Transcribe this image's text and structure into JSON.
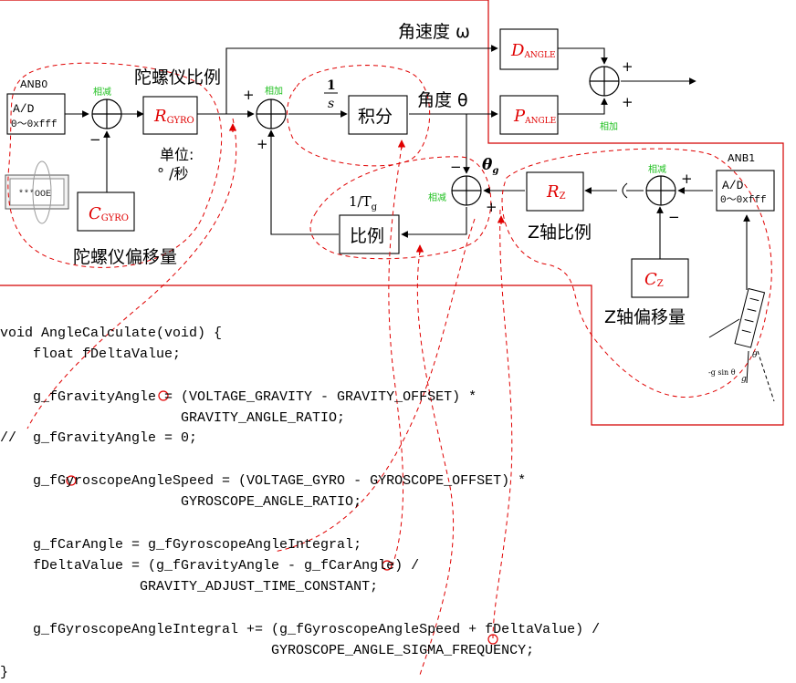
{
  "labels": {
    "angular_velocity": "角速度 ω",
    "gyro_scale": "陀螺仪比例",
    "anb0": "ANB0",
    "anb1": "ANB1",
    "ad": "A/D",
    "ad_range": "0～0xfff",
    "subtract": "相减",
    "add": "相加",
    "plus": "+",
    "minus": "−",
    "r_main": "R",
    "c_main": "C",
    "d_main": "D",
    "p_main": "P",
    "gyro_sub": "GYRO",
    "angle_sub": "ANGLE",
    "z_sub": "Z",
    "unit": "单位:",
    "unit_value": "° /秒",
    "gyro_offset": "陀螺仪偏移量",
    "frac_num": "1",
    "frac_den": "s",
    "integral": "积分",
    "angle": "角度 θ",
    "theta": "θ",
    "g_sub": "g",
    "inv_t": "1/T",
    "ratio": "比例",
    "z_scale": "Z轴比例",
    "z_offset": "Z轴偏移量",
    "g_sin_theta": "-g sin θ",
    "theta_small": "θ",
    "g_small": "g"
  },
  "code": [
    "void AngleCalculate(void) {",
    "    float fDeltaValue;",
    "    g_fGravityAngle = (VOLTAGE_GRAVITY - GRAVITY_OFFSET) *",
    "                      GRAVITY_ANGLE_RATIO;",
    "//  g_fGravityAngle = 0;",
    "    g_fGyroscopeAngleSpeed = (VOLTAGE_GYRO - GYROSCOPE_OFFSET) *",
    "                      GYROSCOPE_ANGLE_RATIO;",
    "    g_fCarAngle = g_fGyroscopeAngleIntegral;",
    "    fDeltaValue = (g_fGravityAngle - g_fCarAngle) /",
    "                 GRAVITY_ADJUST_TIME_CONSTANT;",
    "    g_fGyroscopeAngleIntegral += (g_fGyroscopeAngleSpeed + fDeltaValue) /",
    "                                 GYROSCOPE_ANGLE_SIGMA_FREQUENCY;",
    "}"
  ]
}
